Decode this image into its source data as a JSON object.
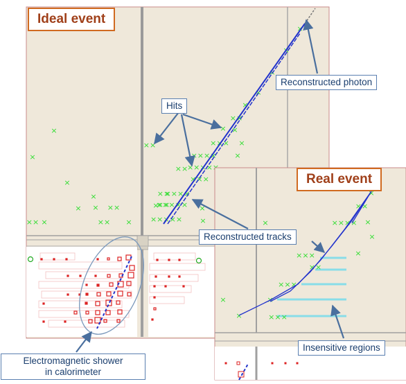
{
  "titles": {
    "ideal": "Ideal event",
    "real": "Real event"
  },
  "labels": {
    "hits": "Hits",
    "reconstructed_photon": "Reconstructed photon",
    "reconstructed_tracks": "Reconstructed tracks",
    "insensitive_regions": "Insensitive regions",
    "em_shower_line1": "Electromagnetic shower",
    "em_shower_line2": "in calorimeter"
  },
  "colors": {
    "detector_bg": "#efe8da",
    "hit_marker": "#33dd33",
    "track": "#2233cc",
    "calorimeter_cell": "#dd2222",
    "insensitive_region": "#88dde8",
    "callout_arrow": "#4a6f9e",
    "title_border": "#d06a20",
    "label_border": "#5a7fb0"
  },
  "legend_glyphs": {
    "hit": "×"
  }
}
